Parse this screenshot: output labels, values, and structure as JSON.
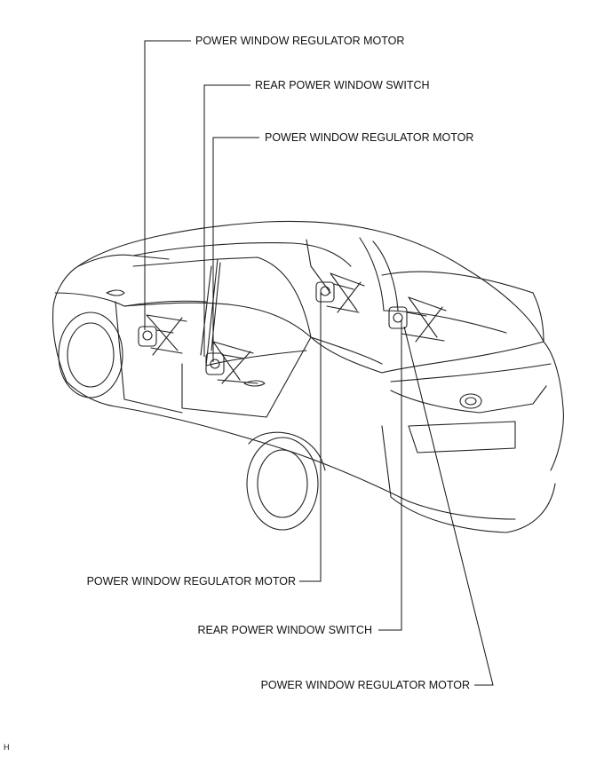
{
  "labels": {
    "top_motor_1": "POWER WINDOW REGULATOR MOTOR",
    "top_switch": "REAR POWER WINDOW SWITCH",
    "top_motor_2": "POWER WINDOW REGULATOR MOTOR",
    "bottom_motor_1": "POWER WINDOW REGULATOR MOTOR",
    "bottom_switch": "REAR POWER WINDOW SWITCH",
    "bottom_motor_2": "POWER WINDOW REGULATOR MOTOR"
  },
  "footer_code": "H"
}
